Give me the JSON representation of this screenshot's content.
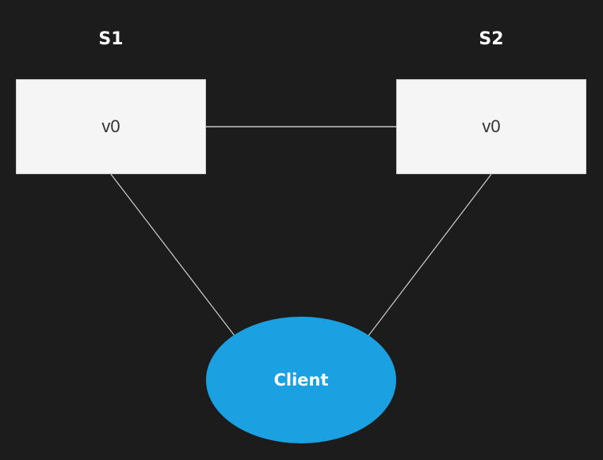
{
  "servers": [
    {
      "title": "S1",
      "value": "v0"
    },
    {
      "title": "S2",
      "value": "v0"
    }
  ],
  "client": {
    "label": "Client"
  },
  "colors": {
    "background": "#1c1c1c",
    "server_fill": "#f5f5f5",
    "client_fill": "#1ba1e2",
    "connector": "#e6e6e6"
  }
}
